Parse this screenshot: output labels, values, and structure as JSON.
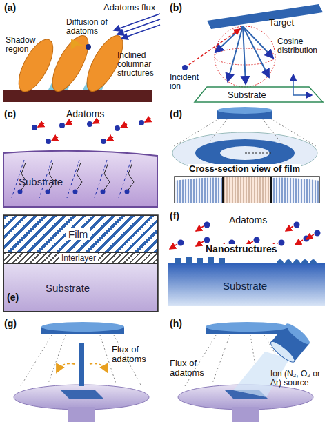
{
  "diagram": {
    "nodes": [
      {
        "text": [
          "Substrate"
        ]
      },
      {
        "text": [
          "Film"
        ]
      },
      {
        "text": [
          "Interlayer"
        ]
      },
      {
        "text": [
          "Substrate"
        ]
      },
      {
        "text": [
          "Substrate"
        ]
      }
    ],
    "labels": [
      "(a)",
      "Adatoms flux",
      "Diffusion of adatoms",
      "Shadow region",
      "Inclined columnar structures",
      "(b)",
      "Target",
      "Cosine distribution",
      "Incident ion",
      "Substrate",
      "(c)",
      "Adatoms",
      "(d)",
      "Cross-section view of film",
      "(e)",
      "(f)",
      "Adatoms",
      "Nanostructures",
      "(g)",
      "Flux of adatoms",
      "(h)",
      "Flux of adatoms",
      "Ion (N₂, O₂ or Ar) source"
    ]
  }
}
